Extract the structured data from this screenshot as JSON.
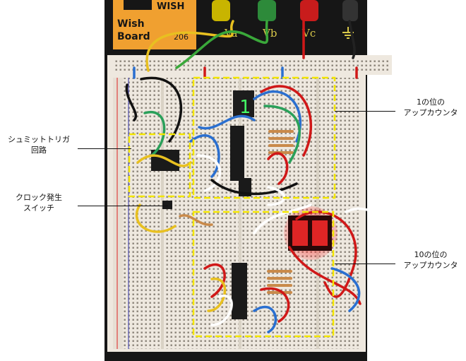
{
  "photo": {
    "board_brand_line1": "WISH",
    "board_brand_line2": "Wish",
    "board_brand_line3": "Board",
    "board_model": "206",
    "terminals": [
      "Va",
      "Vb",
      "Vc"
    ],
    "display_ones_digit": "1"
  },
  "annotations": {
    "ones_counter": {
      "line1": "1の位の",
      "line2": "アップカウンタ"
    },
    "schmitt_trigger": {
      "line1": "シュミットトリガ",
      "line2": "回路"
    },
    "clock_switch": {
      "line1": "クロック発生",
      "line2": "スイッチ"
    },
    "tens_counter": {
      "line1": "10の位の",
      "line2": "アップカウンタ"
    }
  },
  "colors": {
    "board_background": "#161616",
    "breadboard": "#eee8df",
    "highlight": "#f3e600",
    "seven_segment_glow": "#ff2a2a",
    "brand_panel": "#f0a030"
  }
}
